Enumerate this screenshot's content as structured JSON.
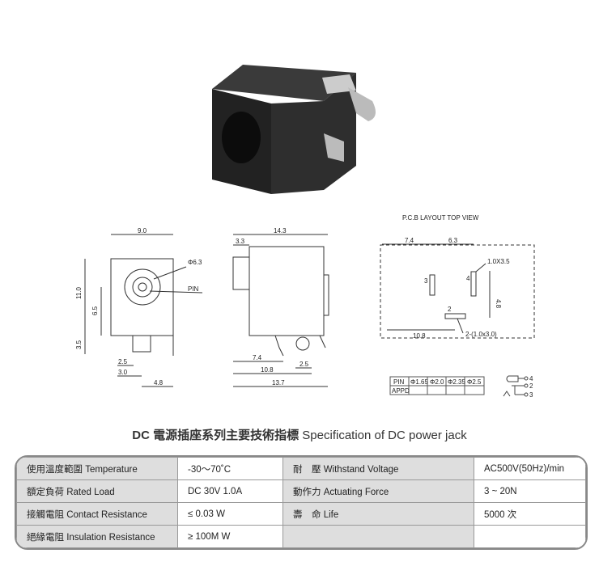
{
  "diagrams": {
    "front": {
      "w": "9.0",
      "phi": "Φ6.3",
      "pin": "PIN",
      "h1": "11.0",
      "h2": "6.5",
      "h3": "3.5",
      "b1": "2.5",
      "b2": "3.0",
      "b3": "4.8"
    },
    "side": {
      "w": "14.3",
      "t": "3.3",
      "d1": "7.4",
      "d2": "2.5",
      "d3": "10.8",
      "d4": "13.7"
    },
    "pcb": {
      "title": "P.C.B LAYOUT    TOP VIEW",
      "a": "7.4",
      "b": "6.3",
      "slot": "1.0X3.5",
      "n3": "3",
      "n4": "4",
      "n2": "2",
      "h": "4.8",
      "w": "10.8",
      "slot2": "2-(1.0x3.0)"
    },
    "pin_table": {
      "headers": [
        "PIN",
        "Φ1.65",
        "Φ2.0",
        "Φ2.35",
        "Φ2.5"
      ],
      "row_label": "APPD"
    },
    "schematic": {
      "p4": "4",
      "p2": "2",
      "p3": "3"
    }
  },
  "title": {
    "cn": "DC  電源插座系列主要技術指標",
    "en": " Specification of DC power jack"
  },
  "spec": [
    [
      "使用溫度範圍 Temperature",
      "-30～70˚C",
      "耐　壓 Withstand Voltage",
      "AC500V(50Hz)/min"
    ],
    [
      "額定負荷  Rated Load",
      "DC  30V  1.0A",
      "動作力 Actuating Force",
      "3 ~ 20N"
    ],
    [
      "接觸電阻  Contact Resistance",
      "≤ 0.03 W",
      "壽　命 Life",
      "5000 次"
    ],
    [
      "絕緣電阻  Insulation Resistance",
      "≥ 100M W",
      "",
      ""
    ]
  ]
}
